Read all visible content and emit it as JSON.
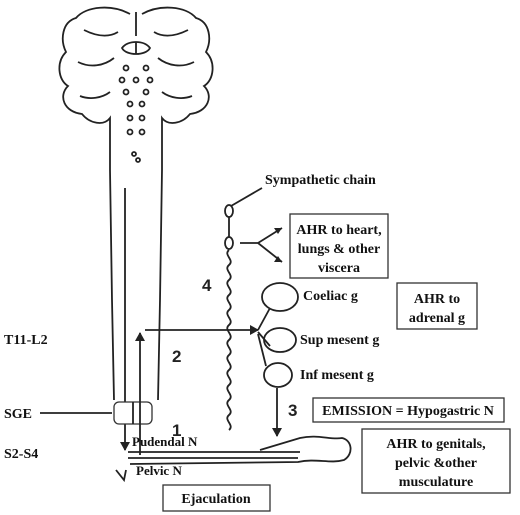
{
  "labels": {
    "sympathetic_chain": "Sympathetic chain",
    "ahr_heart_line1": "AHR to heart,",
    "ahr_heart_line2": "lungs & other",
    "ahr_heart_line3": "viscera",
    "coeliac": "Coeliac g",
    "ahr_adrenal_line1": "AHR to",
    "ahr_adrenal_line2": "adrenal g",
    "sup_mesent": "Sup mesent g",
    "inf_mesent": "Inf mesent g",
    "t11_l2": "T11-L2",
    "sge": "SGE",
    "s2_s4": "S2-S4",
    "emission": "EMISSION = Hypogastric N",
    "pudendal": "Pudendal N",
    "pelvic": "Pelvic N",
    "ahr_genitals_line1": "AHR to genitals,",
    "ahr_genitals_line2": "pelvic &other",
    "ahr_genitals_line3": "musculature",
    "ejaculation": "Ejaculation"
  },
  "numbers": {
    "n1": "1",
    "n2": "2",
    "n3": "3",
    "n4": "4"
  }
}
